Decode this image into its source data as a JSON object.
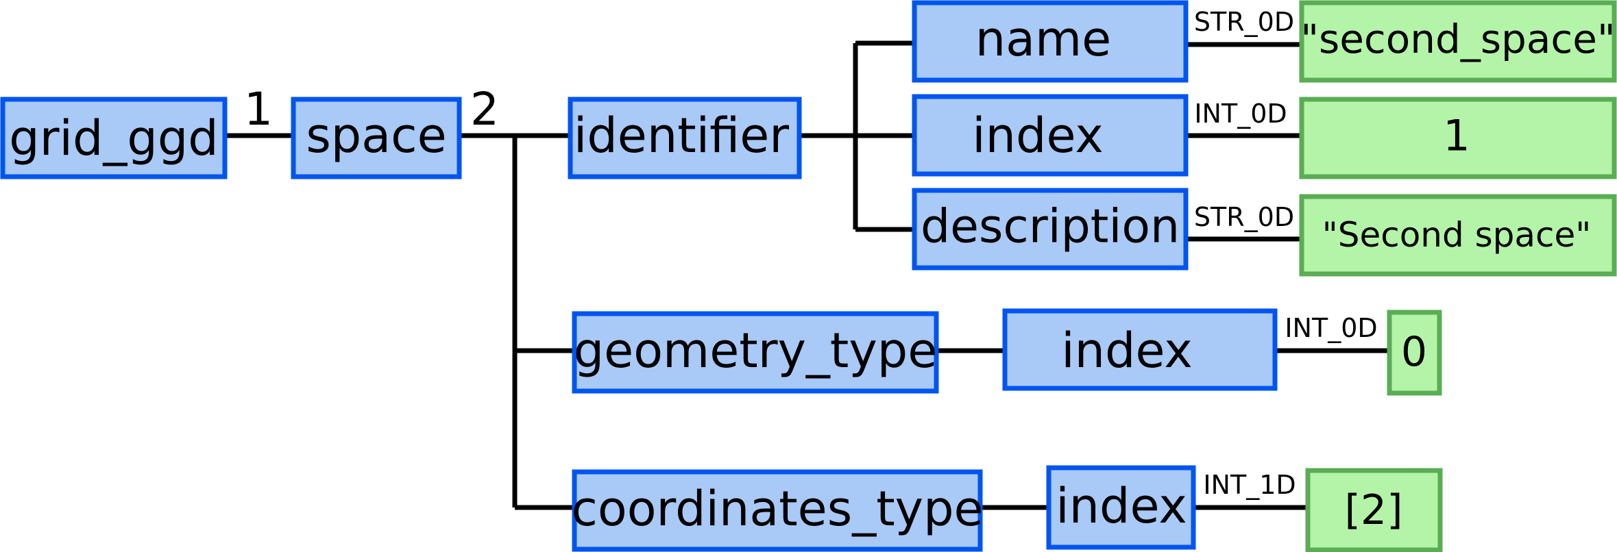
{
  "colors": {
    "node_fill": "#a9c9f6",
    "node_stroke": "#0055f0",
    "value_fill": "#b4f4a8",
    "value_stroke": "#5aad54",
    "line": "#000000"
  },
  "nodes": {
    "grid_ggd": "grid_ggd",
    "space": "space",
    "identifier": "identifier",
    "name": "name",
    "index_identifier": "index",
    "description": "description",
    "geometry_type": "geometry_type",
    "index_geometry": "index",
    "coordinates_type": "coordinates_type",
    "index_coordinates": "index"
  },
  "values": {
    "name_value": "\"second_space\"",
    "index_value": "1",
    "description_value": "\"Second space\"",
    "geometry_index_value": "0",
    "coordinates_index_value": "[2]"
  },
  "edge_labels": {
    "grid_to_space": "1",
    "space_to_children": "2",
    "name_type": "STR_0D",
    "index_type": "INT_0D",
    "description_type": "STR_0D",
    "geometry_index_type": "INT_0D",
    "coordinates_index_type": "INT_1D"
  }
}
